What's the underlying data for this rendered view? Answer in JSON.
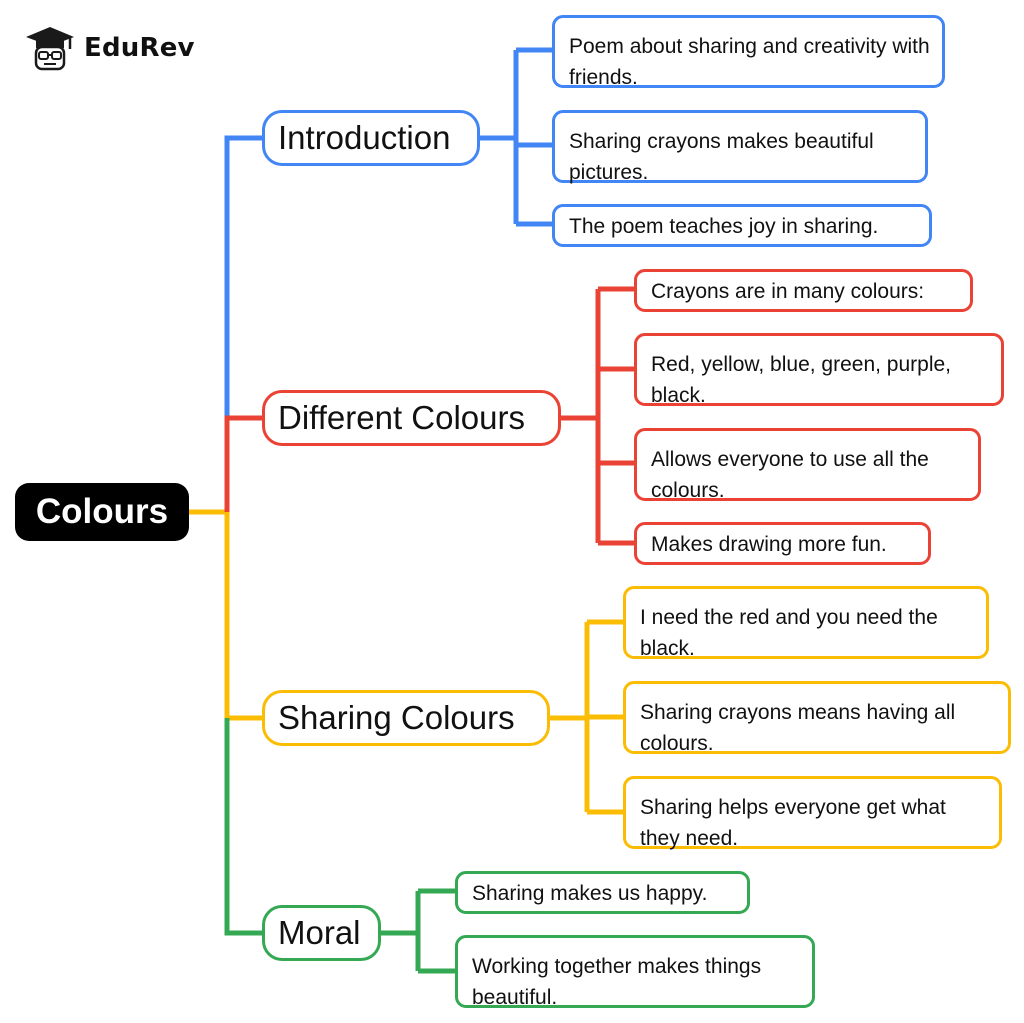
{
  "brand": {
    "name": "EduRev",
    "logo_icon": "graduation-cap-logo"
  },
  "colors": {
    "introduction": "#4285F4",
    "different_colours": "#EA4335",
    "sharing_colours": "#FBBC04",
    "moral": "#34A853",
    "root": "#000000"
  },
  "root": {
    "label": "Colours"
  },
  "branches": [
    {
      "label": "Introduction",
      "children": [
        "Poem about sharing and creativity with friends.",
        "Sharing crayons makes beautiful pictures.",
        "The poem teaches joy in sharing."
      ]
    },
    {
      "label": "Different Colours",
      "children": [
        "Crayons are in many colours:",
        "Red, yellow, blue, green, purple, black.",
        "Allows everyone to use all the colours.",
        "Makes drawing more fun."
      ]
    },
    {
      "label": "Sharing Colours",
      "children": [
        "I need the red and you need the black.",
        "Sharing crayons means having all colours.",
        "Sharing helps everyone get what they need."
      ]
    },
    {
      "label": "Moral",
      "children": [
        "Sharing makes us happy.",
        "Working together makes things beautiful."
      ]
    }
  ]
}
